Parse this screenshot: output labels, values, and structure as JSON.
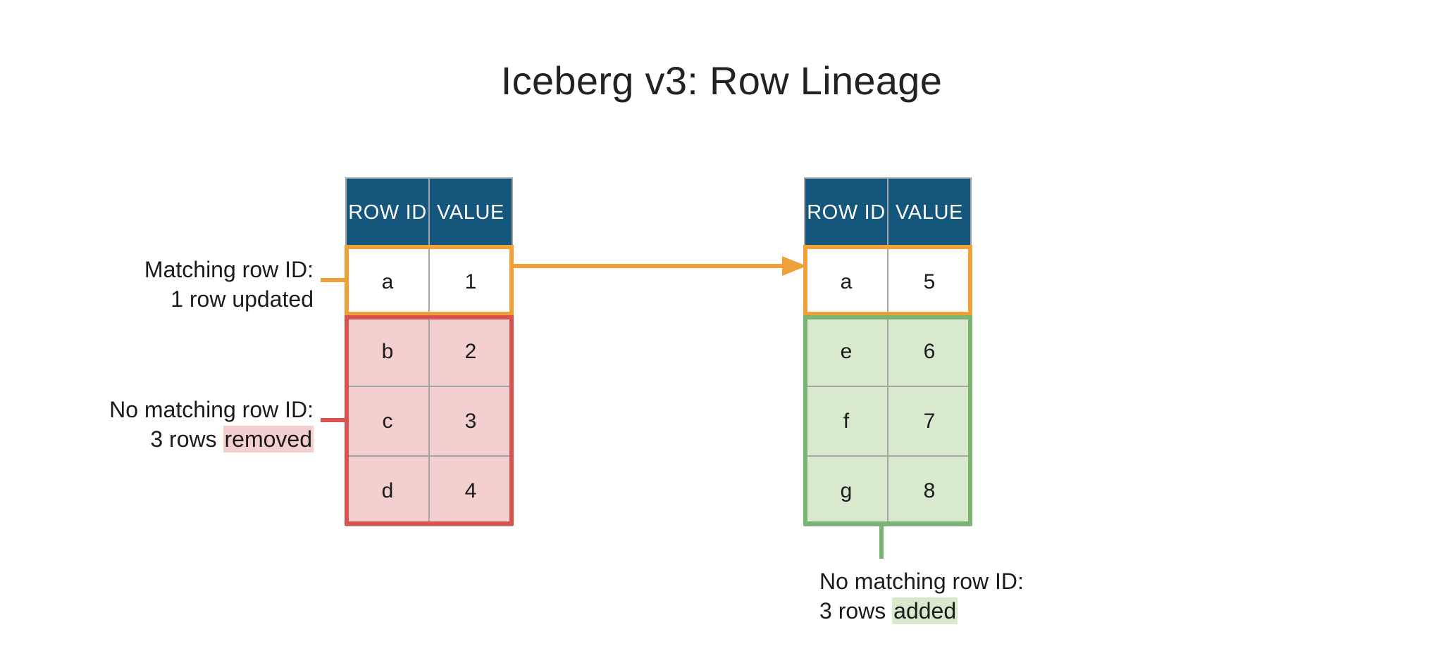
{
  "title": "Iceberg v3: Row Lineage",
  "colors": {
    "header_blue": "#15567d",
    "orange": "#f0a038",
    "red": "#d9524f",
    "green": "#79b473",
    "removed_fill": "#f3cfcf",
    "added_fill": "#d8e9ce",
    "grid": "#a6a6a6"
  },
  "left_table": {
    "headers": [
      "ROW ID",
      "VALUE"
    ],
    "rows": [
      {
        "row_id": "a",
        "value": "1",
        "state": "plain"
      },
      {
        "row_id": "b",
        "value": "2",
        "state": "removed"
      },
      {
        "row_id": "c",
        "value": "3",
        "state": "removed"
      },
      {
        "row_id": "d",
        "value": "4",
        "state": "removed"
      }
    ]
  },
  "right_table": {
    "headers": [
      "ROW ID",
      "VALUE"
    ],
    "rows": [
      {
        "row_id": "a",
        "value": "5",
        "state": "plain"
      },
      {
        "row_id": "e",
        "value": "6",
        "state": "added"
      },
      {
        "row_id": "f",
        "value": "7",
        "state": "added"
      },
      {
        "row_id": "g",
        "value": "8",
        "state": "added"
      }
    ]
  },
  "annotations": {
    "updated": {
      "line1": "Matching row ID:",
      "line2_prefix": "1 row updated",
      "line2_mark": ""
    },
    "removed": {
      "line1": "No matching row ID:",
      "line2_prefix": "3 rows ",
      "line2_mark": "removed"
    },
    "added": {
      "line1": "No matching row ID:",
      "line2_prefix": "3 rows ",
      "line2_mark": "added"
    }
  }
}
